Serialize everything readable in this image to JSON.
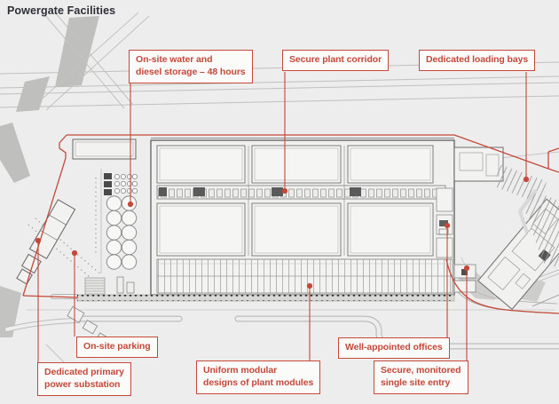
{
  "title": "Powergate Facilities",
  "palette": {
    "accent": "#c4493b",
    "background": "#ecedec",
    "wall": "#6a6a6a",
    "fence_dot": "#2e2e2e"
  },
  "callouts": [
    {
      "id": "water",
      "text": "On-site water and\ndiesel storage – 48 hours"
    },
    {
      "id": "corridor",
      "text": "Secure plant corridor"
    },
    {
      "id": "loading",
      "text": "Dedicated loading bays"
    },
    {
      "id": "parking",
      "text": "On-site parking"
    },
    {
      "id": "substation",
      "text": "Dedicated primary\npower substation"
    },
    {
      "id": "modular",
      "text": "Uniform modular\ndesigns of plant modules"
    },
    {
      "id": "offices",
      "text": "Well-appointed offices"
    },
    {
      "id": "entry",
      "text": "Secure, monitored\nsingle site entry"
    }
  ]
}
